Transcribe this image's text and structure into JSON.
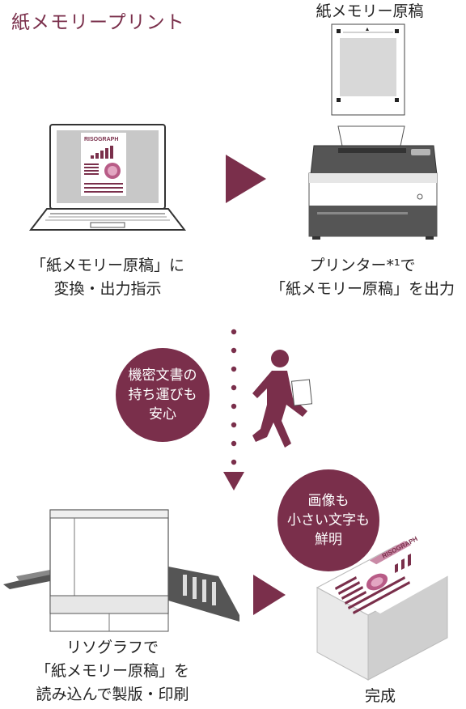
{
  "title": "紙メモリープリント",
  "labels": {
    "original_label": "紙メモリー原稿",
    "step1_line1": "「紙メモリー原稿」に",
    "step1_line2": "変換・出力指示",
    "step2_line1": "プリンター*¹で",
    "step2_line2": "「紙メモリー原稿」を出力",
    "step3_line1": "リソグラフで",
    "step3_line2": "「紙メモリー原稿」を",
    "step3_line3": "読み込んで製版・印刷",
    "result_label": "完成"
  },
  "bubbles": {
    "secure_line1": "機密文書の",
    "secure_line2": "持ち運びも",
    "secure_line3": "安心",
    "clear_line1": "画像も",
    "clear_line2": "小さい文字も",
    "clear_line3": "鮮明"
  },
  "screen_brand": "RISOGRAPH",
  "print_brand": "RISOGRAPH",
  "colors": {
    "accent": "#7a2f4b",
    "accent_light": "#c98aa6",
    "gray": "#d5d5d5"
  }
}
